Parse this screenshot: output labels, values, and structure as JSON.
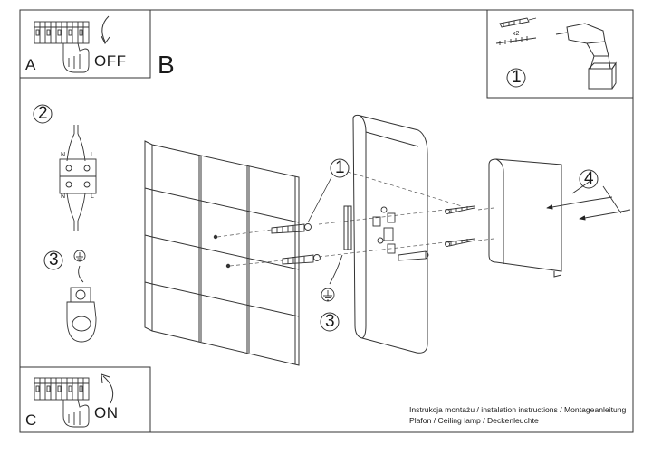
{
  "panels": {
    "a": {
      "letter": "A",
      "state": "OFF"
    },
    "b": {
      "letter": "B"
    },
    "c": {
      "letter": "C",
      "state": "ON"
    }
  },
  "steps": {
    "one_top": "1",
    "one_main": "1",
    "two": "2",
    "three_left": "3",
    "three_main": "3",
    "four": "4"
  },
  "wiring": {
    "top_n": "N",
    "top_l": "L",
    "bottom_n": "N",
    "bottom_l": "L"
  },
  "kit": {
    "quantity": "x2"
  },
  "caption": {
    "line1": "Instrukcja montażu / instalation instructions / Montageanleitung",
    "line2": "Plafon / Ceiling lamp / Deckenleuchte"
  }
}
